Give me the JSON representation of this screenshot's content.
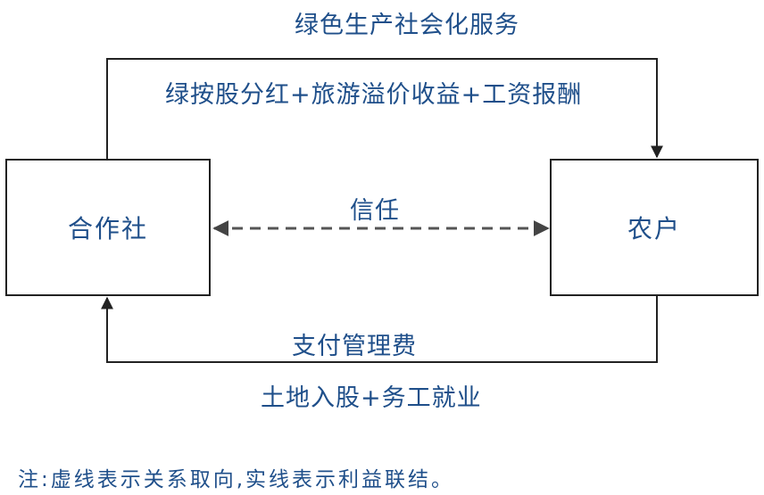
{
  "nodes": {
    "cooperative": "合作社",
    "farmer": "农户"
  },
  "edges": {
    "top_service": "绿色生产社会化服务",
    "top_benefits": "绿按股分红+旅游溢价收益+工资报酬",
    "trust": "信任",
    "pay_fee": "支付管理费",
    "land_labor": "土地入股+务工就业"
  },
  "note": "注:虚线表示关系取向,实线表示利益联结。",
  "colors": {
    "text": "#1f4f8a",
    "line": "#222222",
    "dashed": "#666666"
  }
}
